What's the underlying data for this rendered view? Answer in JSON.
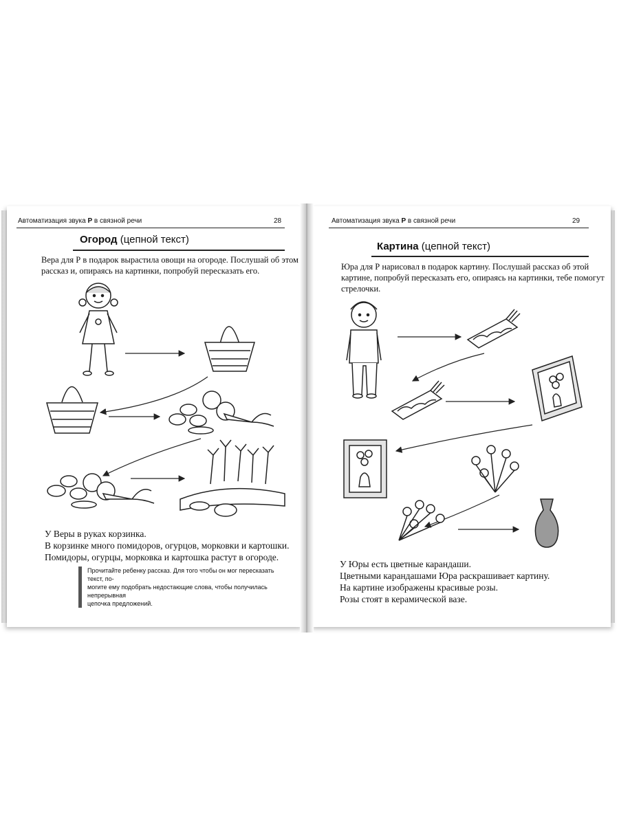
{
  "left_page": {
    "running_head_prefix": "Автоматизация звука ",
    "running_head_letter": "Р",
    "running_head_suffix": " в связной речи",
    "page_number": "28",
    "title_main": "Огород",
    "title_sub": " (цепной текст)",
    "intro_line1": "Вера для Р в подарок вырастила овощи на огороде. Послушай об этом",
    "intro_line2": "рассказ и, опираясь на картинки, попробуй пересказать его.",
    "story": [
      "У Веры в руках корзинка.",
      "В корзинке много помидоров, огурцов, морковки и картошки.",
      "Помидоры, огурцы, морковка и картошка растут в огороде."
    ],
    "note_line1": "Прочитайте ребенку рассказ. Для того чтобы он мог пересказать текст, по-",
    "note_line2": "могите ему подобрать недостающие слова, чтобы получилась непрерывная",
    "note_line3": "цепочка предложений."
  },
  "right_page": {
    "running_head_prefix": "Автоматизация звука ",
    "running_head_letter": "Р",
    "running_head_suffix": " в связной речи",
    "page_number": "29",
    "title_main": "Картина",
    "title_sub": " (цепной текст)",
    "intro_line1": "Юра для Р нарисовал в подарок картину. Послушай рассказ об этой",
    "intro_line2": "картине, попробуй пересказать его, опираясь на картинки, тебе помогут",
    "intro_line3": "стрелочки.",
    "story": [
      "У Юры есть цветные карандаши.",
      "Цветными карандашами Юра раскрашивает картину.",
      "На картине изображены красивые розы.",
      "Розы стоят в керамической вазе."
    ]
  },
  "icons": {
    "girl": "girl-illustration-icon",
    "boy": "boy-illustration-icon",
    "basket": "basket-icon",
    "vegetables": "vegetables-icon",
    "garden": "garden-beds-icon",
    "pencils": "pencil-box-icon",
    "picture": "framed-picture-icon",
    "roses": "roses-bouquet-icon",
    "vase": "ceramic-vase-icon",
    "arrow": "arrow-icon"
  }
}
